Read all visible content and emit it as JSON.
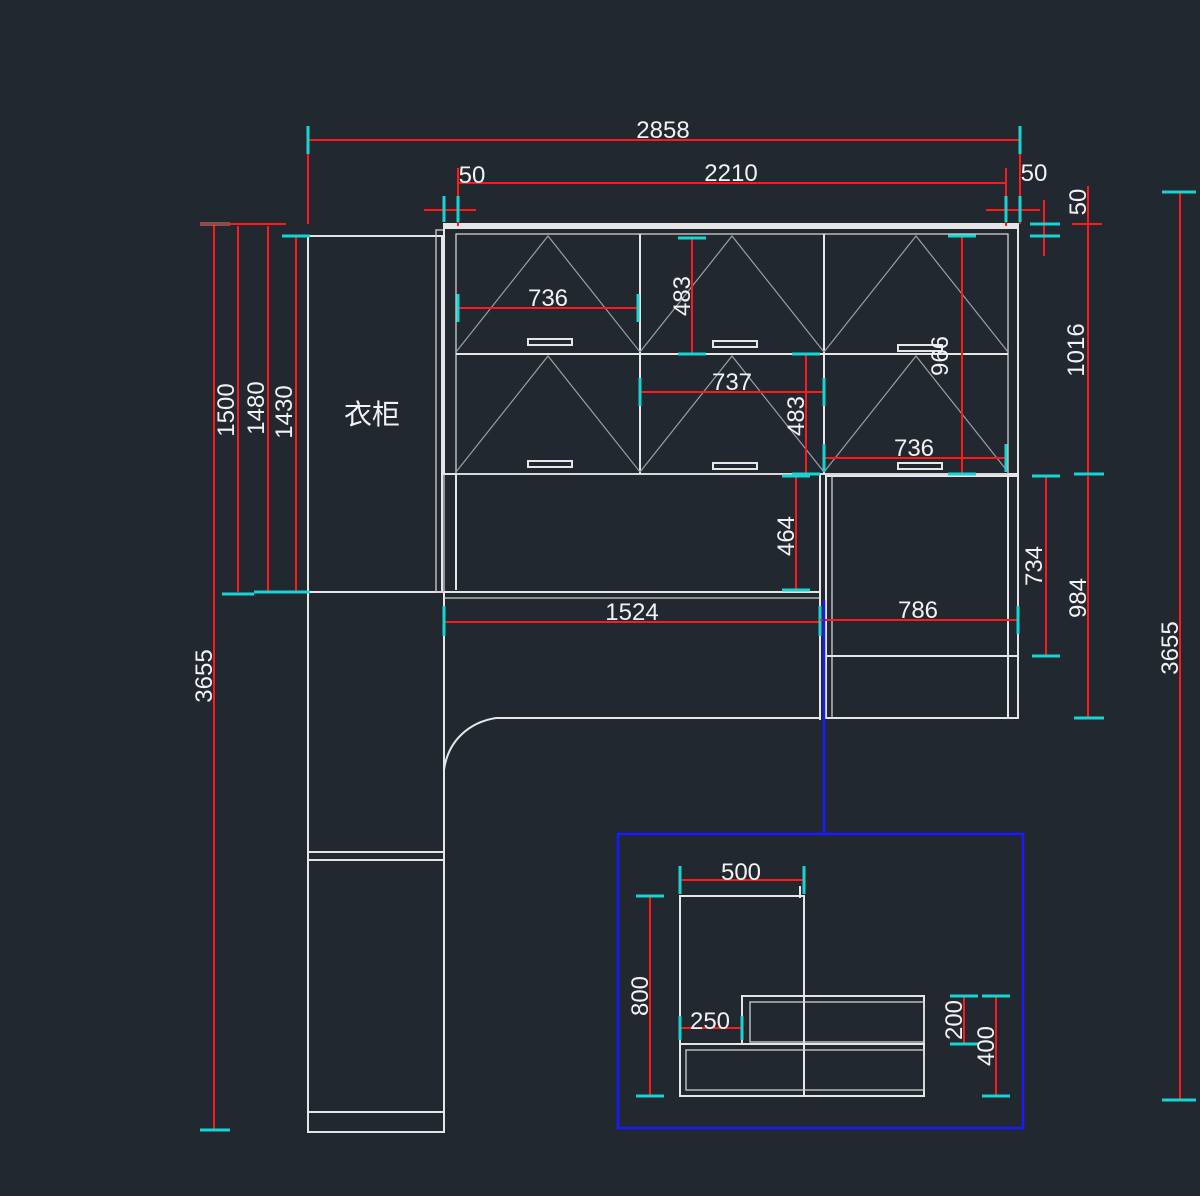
{
  "drawing": {
    "wardrobe_label": "衣柜",
    "dimensions": {
      "overall_width": "2858",
      "inner_width": "2210",
      "left_offset": "50",
      "right_offset": "50",
      "top_offset": "50",
      "door_width_left": "736",
      "door_width_middle": "737",
      "door_width_right": "736",
      "door_height_top": "483",
      "door_height_bottom": "483",
      "upper_height": "966",
      "upper_cabinet_total": "1016",
      "desk_clearance": "464",
      "wardrobe_h1": "1500",
      "wardrobe_h2": "1480",
      "wardrobe_h3": "1430",
      "left_total": "3655",
      "right_total": "3655",
      "desk_width": "1524",
      "drawer_width": "786",
      "drawer_height": "734",
      "lower_height": "984"
    },
    "detail": {
      "width": "500",
      "height": "800",
      "step": "250",
      "h200": "200",
      "h400": "400"
    }
  },
  "colors": {
    "background": "#212830",
    "dimension": "#ff1a1a",
    "tick": "#19d3d3",
    "detail_frame": "#1a1aff"
  }
}
